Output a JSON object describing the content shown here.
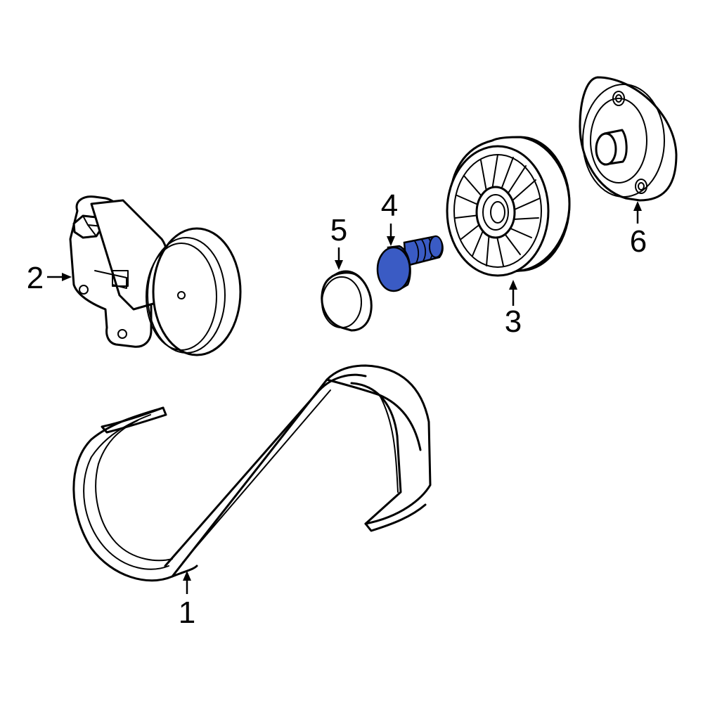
{
  "callouts": {
    "c1": "1",
    "c2": "2",
    "c3": "3",
    "c4": "4",
    "c5": "5",
    "c6": "6"
  },
  "colors": {
    "highlight": "#3a5bc4",
    "line": "#000000",
    "background": "#ffffff"
  },
  "highlighted_part": "4"
}
